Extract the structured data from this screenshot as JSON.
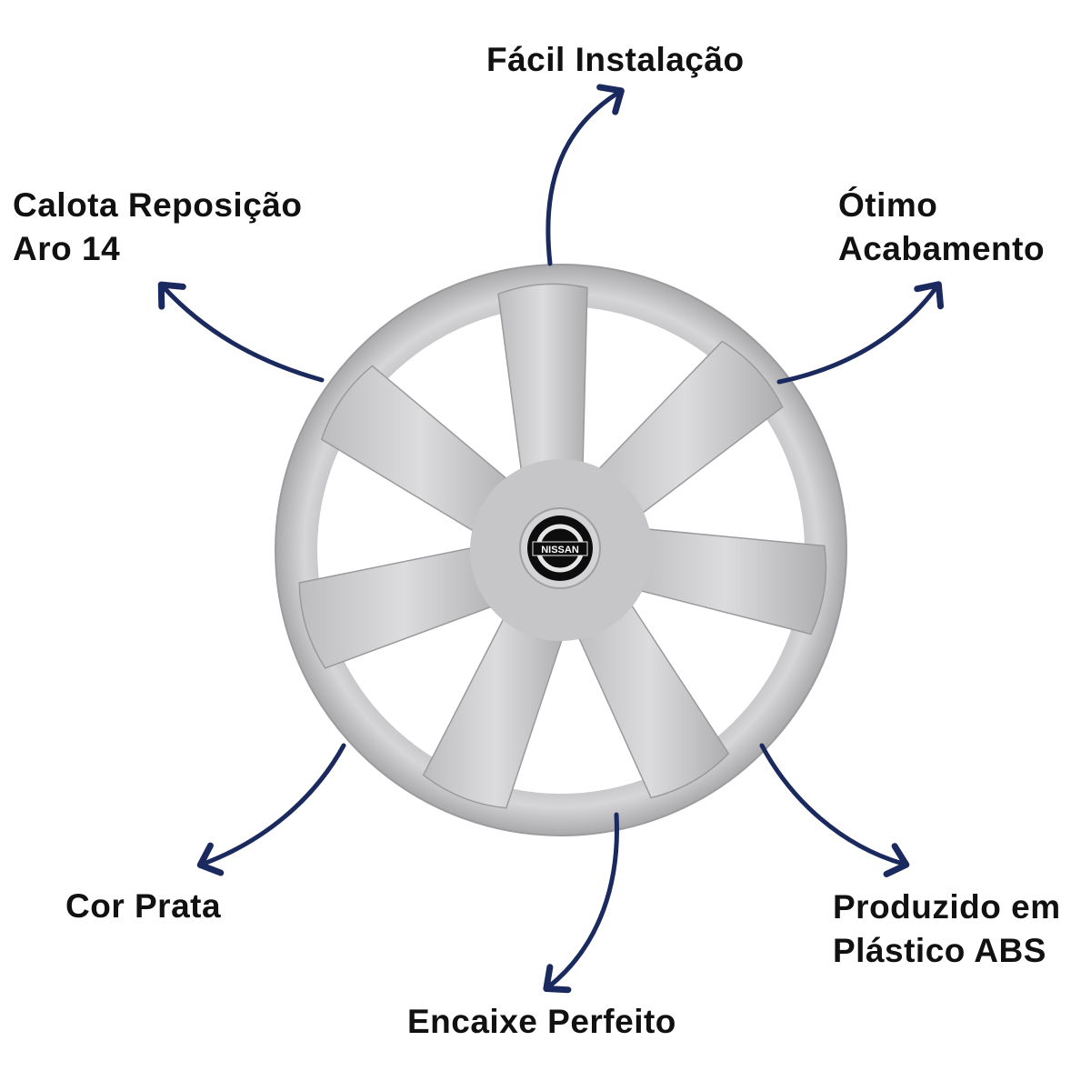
{
  "features": {
    "install": "Fácil Instalação",
    "replacement_line1": "Calota Reposição",
    "replacement_line2": "Aro 14",
    "finish_line1": "Ótimo",
    "finish_line2": "Acabamento",
    "color": "Cor Prata",
    "fit": "Encaixe Perfeito",
    "material_line1": "Produzido em",
    "material_line2": "Plástico ABS"
  },
  "logo": {
    "brand": "NISSAN"
  },
  "colors": {
    "arrow": "#1b2a5e",
    "silver": "#c9c9cb"
  }
}
